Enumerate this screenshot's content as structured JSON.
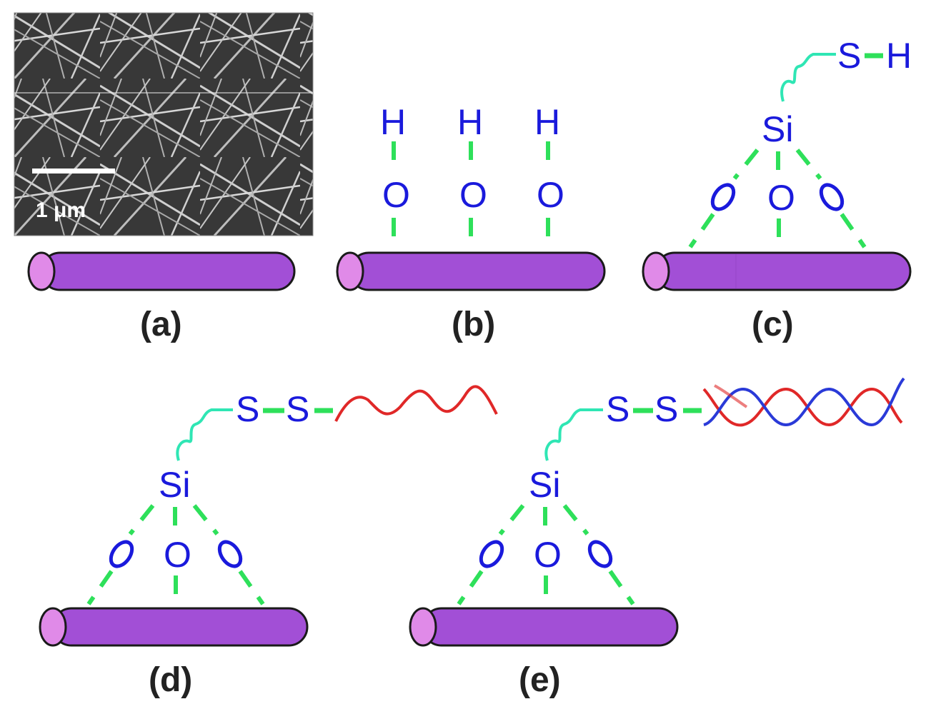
{
  "panels": {
    "a": {
      "label": "(a)",
      "scale_bar_label": "1 μm"
    },
    "b": {
      "label": "(b)",
      "atoms": [
        "H",
        "O"
      ]
    },
    "c": {
      "label": "(c)",
      "atoms": [
        "S",
        "H",
        "Si",
        "O"
      ]
    },
    "d": {
      "label": "(d)",
      "atoms": [
        "S",
        "S",
        "Si",
        "O"
      ]
    },
    "e": {
      "label": "(e)",
      "atoms": [
        "S",
        "S",
        "Si",
        "O"
      ]
    }
  },
  "colors": {
    "rod": "#a24fd6",
    "rod_cap": "#e08ae8",
    "atom_text": "#1a1adc",
    "bond": "#2ee05a",
    "linker": "#2fe6b4",
    "dna_red": "#e02828",
    "dna_blue": "#2a3ad8",
    "sem_background": "#3a3a3a"
  }
}
